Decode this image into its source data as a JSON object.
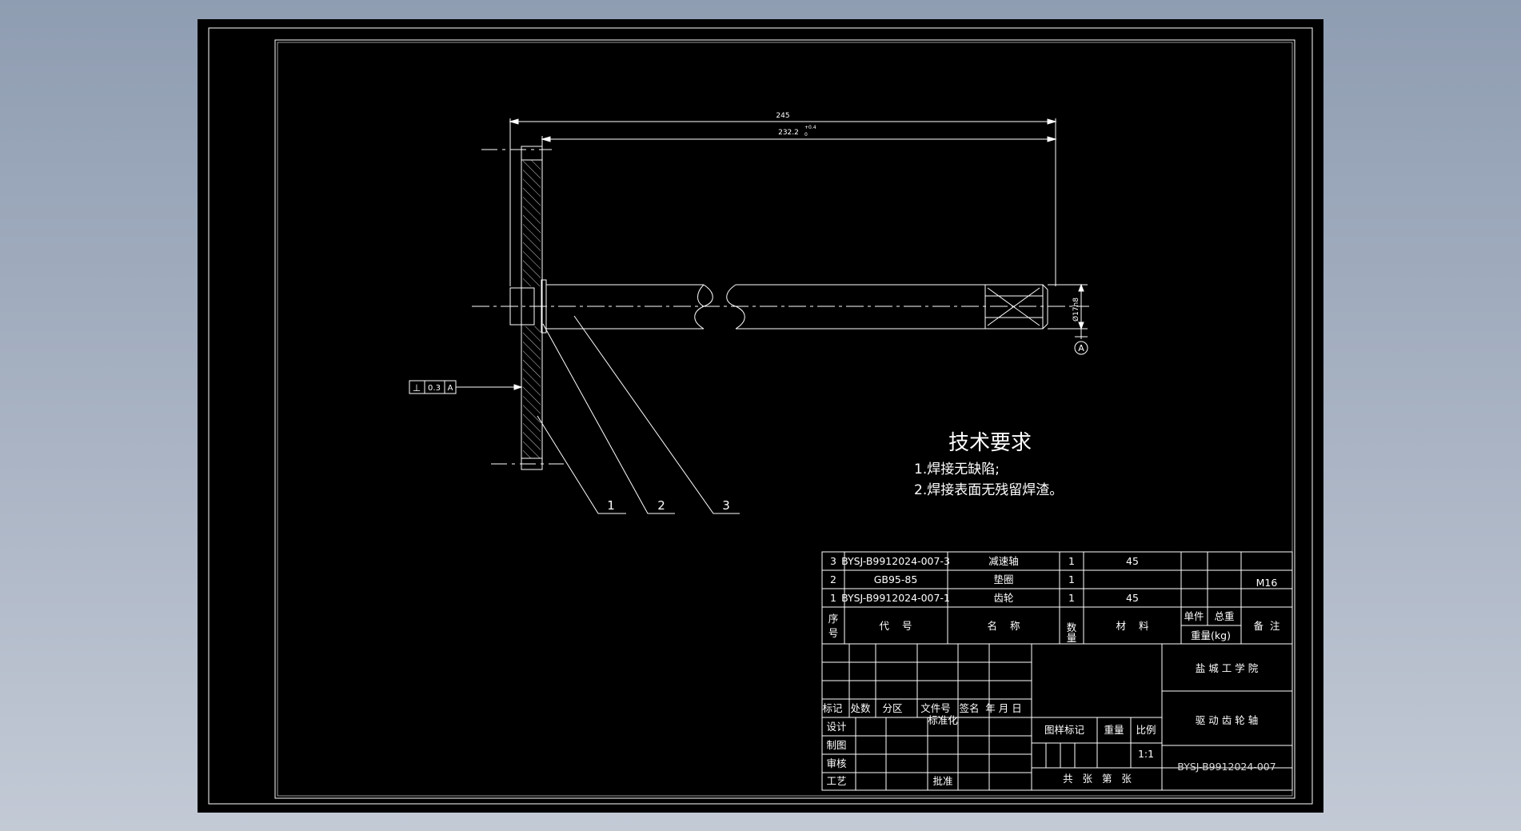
{
  "dimensions": {
    "overall": "245",
    "inner": "232.2",
    "inner_tol": "+0.4",
    "inner_tol_lower": "0",
    "diameter": "Ø17h8"
  },
  "datum_label": "A",
  "tolerance_frame": {
    "symbol": "⊥",
    "value": "0.3",
    "datum": "A"
  },
  "balloons": [
    "1",
    "2",
    "3"
  ],
  "tech_requirements": {
    "title": "技术要求",
    "items": [
      "1.焊接无缺陷;",
      "2.焊接表面无残留焊渣。"
    ]
  },
  "bom": {
    "rows": [
      {
        "seq": "3",
        "code": "BYSJ-B9912024-007-3",
        "name": "减速轴",
        "qty": "1",
        "material": "45",
        "note": ""
      },
      {
        "seq": "2",
        "code": "GB95-85",
        "name": "垫圈",
        "qty": "1",
        "material": "",
        "note": "M16"
      },
      {
        "seq": "1",
        "code": "BYSJ-B9912024-007-1",
        "name": "齿轮",
        "qty": "1",
        "material": "45",
        "note": ""
      }
    ],
    "header": {
      "seq": [
        "序",
        "号"
      ],
      "code": "代    号",
      "name": "名    称",
      "qty": [
        "数",
        "量"
      ],
      "material": "材    料",
      "unit": "单件",
      "total": "总重",
      "weight": "重量(kg)",
      "note": "备  注"
    }
  },
  "title_block": {
    "school": "盐 城 工 学 院",
    "part_name": "驱 动 齿 轮 轴",
    "drawing_no": "BYSJ-B9912024-007",
    "scale_label": "比例",
    "scale": "1:1",
    "mark_label": "图样标记",
    "weight_label": "重量",
    "sheet": "共   张   第   张",
    "rev": {
      "mark": "标记",
      "count": "处数",
      "zone": "分区",
      "doc": "文件号",
      "sign": "签名",
      "date": "年 月 日"
    },
    "roles": {
      "design": "设计",
      "draw": "制图",
      "check": "审核",
      "process": "工艺",
      "standard": "标准化",
      "approve": "批准"
    }
  },
  "colors": {
    "background": "#000000",
    "line": "#ffffff",
    "outer_bg": "#9aa6b8"
  }
}
